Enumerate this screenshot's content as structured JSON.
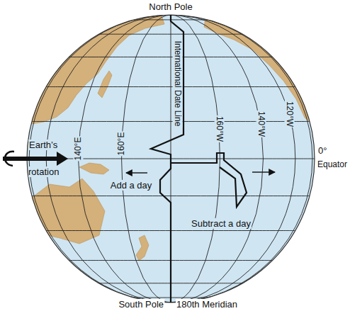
{
  "diagram": {
    "labels": [
      "North Pole",
      "International Date Line",
      "140°E",
      "160°E",
      "160°W",
      "140°W",
      "120°W",
      "Earth’s rotation",
      "0°",
      "Equator",
      "Add a day",
      "Subtract a day",
      "South Pole",
      "180th Meridian"
    ]
  }
}
